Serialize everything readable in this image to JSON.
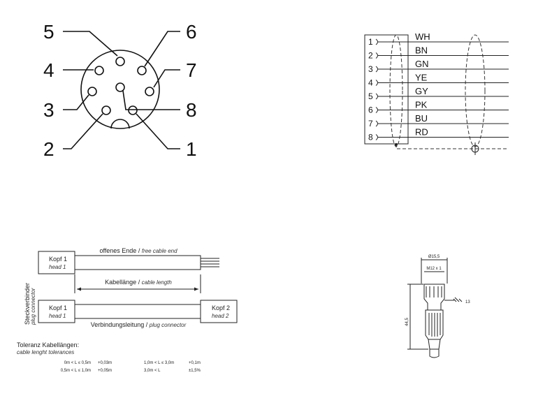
{
  "pinout": {
    "numbers": {
      "p1": "1",
      "p2": "2",
      "p3": "3",
      "p4": "4",
      "p5": "5",
      "p6": "6",
      "p7": "7",
      "p8": "8"
    }
  },
  "wiring": {
    "pins": [
      "1",
      "2",
      "3",
      "4",
      "5",
      "6",
      "7",
      "8"
    ],
    "colors": [
      "WH",
      "BN",
      "GN",
      "YE",
      "GY",
      "PK",
      "BU",
      "RD"
    ]
  },
  "cable": {
    "free_end_de": "offenes Ende",
    "free_end_sep": " / ",
    "free_end_en": "free cable end",
    "head1_de": "Kopf 1",
    "head1_en": "head 1",
    "head2_de": "Kopf 2",
    "head2_en": "head 2",
    "length_de": "Kabellänge",
    "length_sep": " / ",
    "length_en": "cable length",
    "plug_lead_de": "Verbindungsleitung",
    "plug_lead_sep": " / ",
    "plug_lead_en": "plug connector",
    "side_de": "Steckverbinder",
    "side_en": "plug connector"
  },
  "tolerances": {
    "title_de": "Toleranz Kabellängen:",
    "title_en": "cable lenght tolerances",
    "rows": [
      {
        "range_a": "0m < L ≤ 0,5m",
        "tol_a": "+0,03m",
        "range_b": "1,0m < L ≤ 3,0m",
        "tol_b": "+0,1m"
      },
      {
        "range_a": "0,5m < L ≤ 1,0m",
        "tol_a": "+0,05m",
        "range_b": "3,0m < L",
        "tol_b": "±1,5%"
      }
    ]
  },
  "dimensions": {
    "diameter": "Ø15,5",
    "thread": "M12 x 1",
    "wrench": "13",
    "length": "44,5"
  }
}
